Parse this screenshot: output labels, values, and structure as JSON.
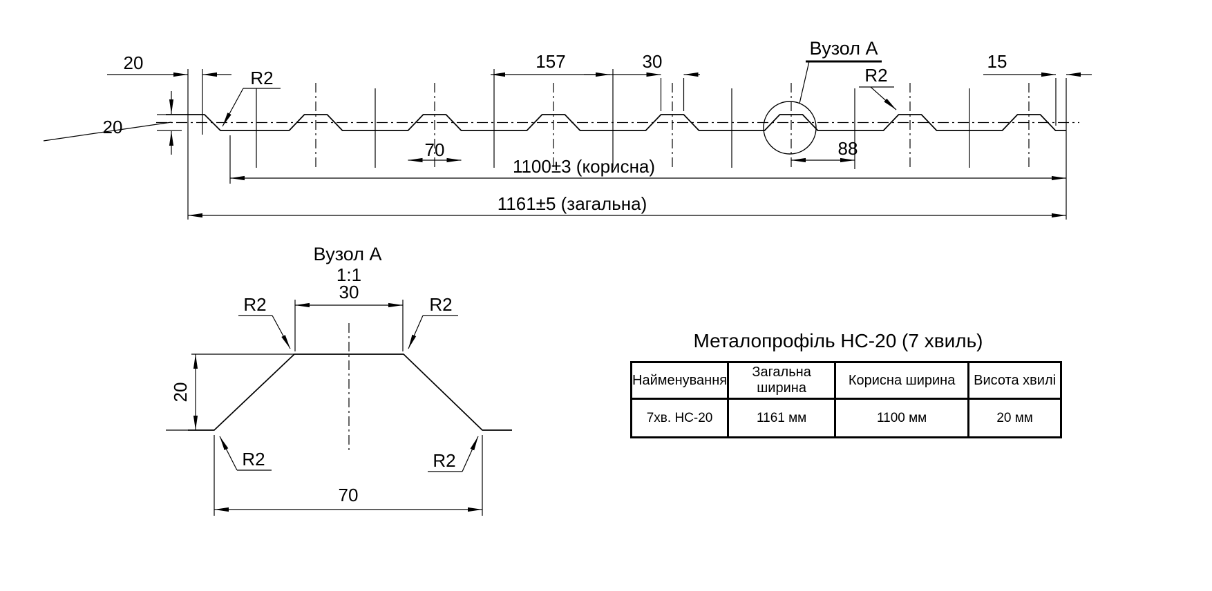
{
  "drawing": {
    "main_view": {
      "labels": {
        "lip_width": "20",
        "wave_height": "20",
        "radius_left": "R2",
        "pitch": "157",
        "crest_width": "30",
        "node_ref": "Вузол А",
        "radius_mid": "R2",
        "base_width": "70",
        "node_offset": "88",
        "right_lip": "15",
        "useful_width": "1100±3 (корисна)",
        "total_width": "1161±5 (загальна)"
      }
    },
    "detail_view": {
      "title": "Вузол А",
      "scale": "1:1",
      "crest_width": "30",
      "radius_top_left": "R2",
      "radius_top_right": "R2",
      "height": "20",
      "radius_bottom_left": "R2",
      "radius_bottom_right": "R2",
      "base_width": "70"
    }
  },
  "table": {
    "title": "Металопрофіль НС-20 (7 хвиль)",
    "headers": [
      "Найменування",
      "Загальна ширина",
      "Корисна ширина",
      "Висота хвилі"
    ],
    "rows": [
      [
        "7хв. НС-20",
        "1161 мм",
        "1100 мм",
        "20 мм"
      ]
    ]
  },
  "colors": {
    "line": "#000000",
    "background": "#ffffff"
  }
}
